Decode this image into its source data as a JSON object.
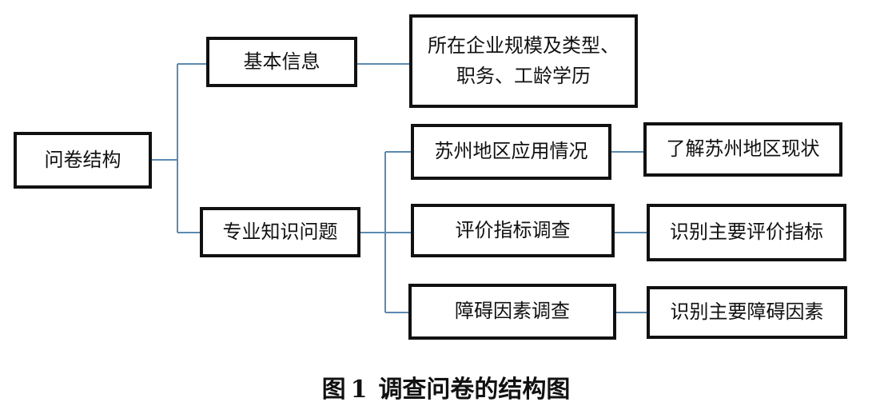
{
  "diagram": {
    "root": "问卷结构",
    "basic_info": "基本信息",
    "basic_info_detail_line1": "所在企业规模及类型、",
    "basic_info_detail_line2": "职务、工龄学历",
    "professional": "专业知识问题",
    "sub1": "苏州地区应用情况",
    "sub1_detail": "了解苏州地区现状",
    "sub2": "评价指标调查",
    "sub2_detail": "识别主要评价指标",
    "sub3": "障碍因素调查",
    "sub3_detail": "识别主要障碍因素"
  },
  "caption": {
    "label": "图",
    "number": "1",
    "text": "调查问卷的结构图"
  },
  "colors": {
    "connector": "#5b8ab0",
    "border": "#111111"
  }
}
